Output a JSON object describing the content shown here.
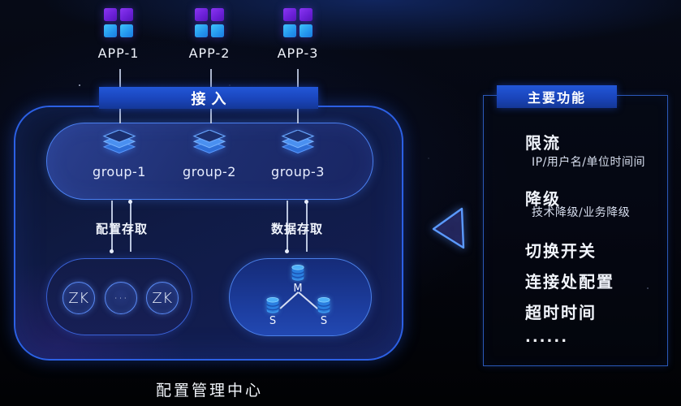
{
  "apps": [
    {
      "label": "APP-1"
    },
    {
      "label": "APP-2"
    },
    {
      "label": "APP-3"
    }
  ],
  "access_bar": {
    "label": "接入"
  },
  "groups": [
    {
      "label": "group-1"
    },
    {
      "label": "group-2"
    },
    {
      "label": "group-3"
    }
  ],
  "flows": [
    {
      "label": "配置存取"
    },
    {
      "label": "数据存取"
    }
  ],
  "zk": {
    "nodes": [
      "ZK",
      "···",
      "ZK"
    ]
  },
  "db": {
    "master_label": "M",
    "slave_labels": [
      "S",
      "S"
    ]
  },
  "container_label": "配置管理中心",
  "panel": {
    "title": "主要功能",
    "items": [
      {
        "title": "限流",
        "subtitle": "IP/用户名/单位时间间"
      },
      {
        "title": "降级",
        "subtitle": "技术降级/业务降级"
      },
      {
        "title": "切换开关"
      },
      {
        "title": "连接处配置"
      },
      {
        "title": "超时时间"
      },
      {
        "title": "......"
      }
    ]
  },
  "colors": {
    "accent_blue": "#1b4ac8",
    "outer_border": "#2c60e4",
    "group_border": "#4a7ff0",
    "panel_border": "#2a58b8",
    "app_icon_purple": "#6a1fd6",
    "app_icon_cyan": "#2496ee",
    "background": "#04060f"
  }
}
